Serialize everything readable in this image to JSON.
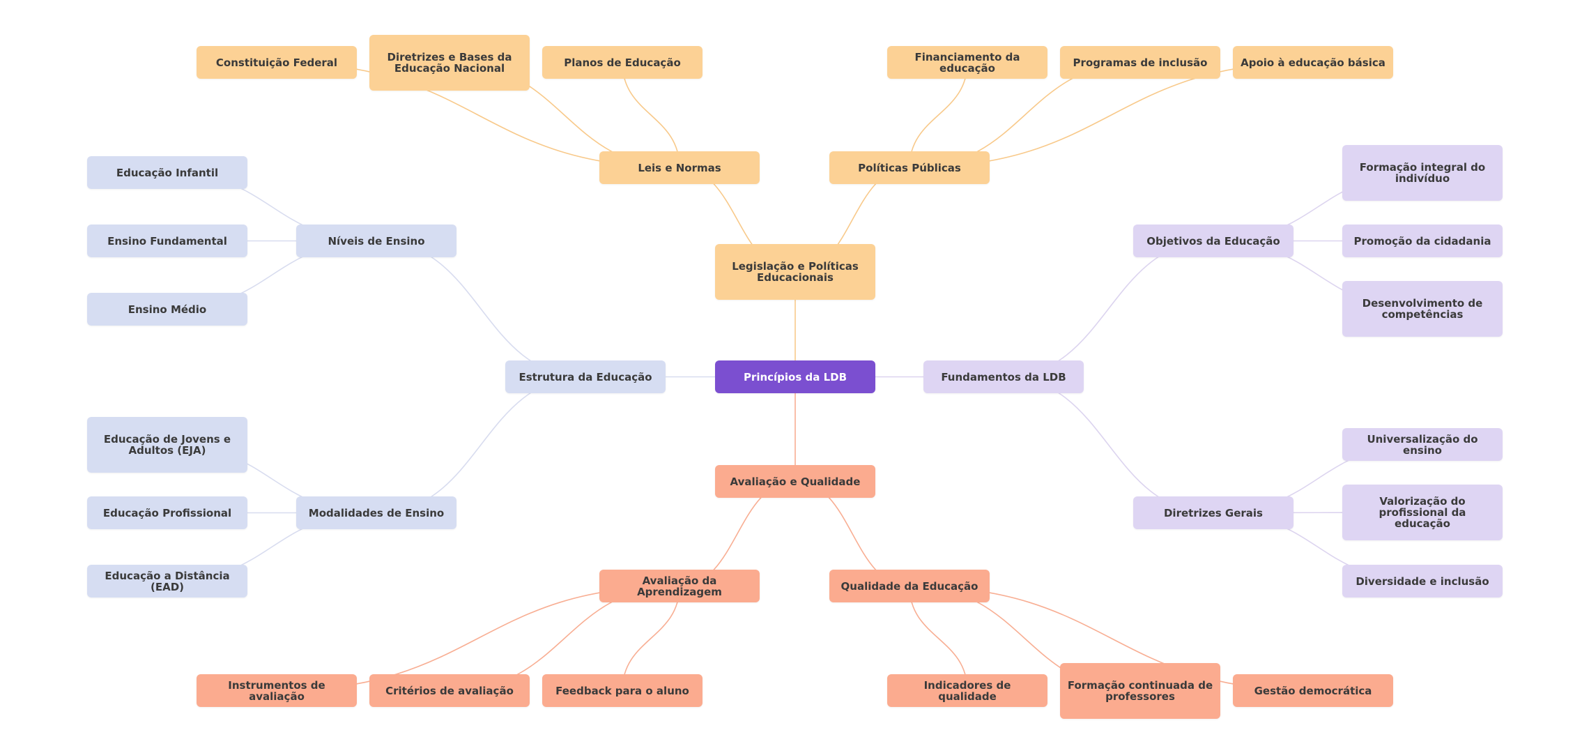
{
  "colors": {
    "root": "#7b4fd0",
    "yellow": "#fcd195",
    "yellow_edge": "#f8c98a",
    "blue": "#d6ddf2",
    "blue_edge": "#d8dcef",
    "purple": "#ded5f3",
    "purple_edge": "#dcd4ef",
    "salmon": "#fbab8f",
    "salmon_edge": "#f8ae93"
  },
  "root": {
    "label": "Princípios da LDB"
  },
  "branches": {
    "legislacao": {
      "label": "Legislação e Políticas Educacionais",
      "children": [
        {
          "label": "Leis e Normas",
          "children": [
            "Constituição Federal",
            "Diretrizes e Bases da Educação Nacional",
            "Planos de Educação"
          ]
        },
        {
          "label": "Políticas Públicas",
          "children": [
            "Financiamento da educação",
            "Programas de inclusão",
            "Apoio à educação básica"
          ]
        }
      ]
    },
    "estrutura": {
      "label": "Estrutura da Educação",
      "children": [
        {
          "label": "Níveis de Ensino",
          "children": [
            "Educação Infantil",
            "Ensino Fundamental",
            "Ensino Médio"
          ]
        },
        {
          "label": "Modalidades de Ensino",
          "children": [
            "Educação de Jovens e Adultos (EJA)",
            "Educação Profissional",
            "Educação a Distância (EAD)"
          ]
        }
      ]
    },
    "fundamentos": {
      "label": "Fundamentos da LDB",
      "children": [
        {
          "label": "Objetivos da Educação",
          "children": [
            "Formação integral do indivíduo",
            "Promoção da cidadania",
            "Desenvolvimento de competências"
          ]
        },
        {
          "label": "Diretrizes Gerais",
          "children": [
            "Universalização do ensino",
            "Valorização do profissional da educação",
            "Diversidade e inclusão"
          ]
        }
      ]
    },
    "avaliacao": {
      "label": "Avaliação e Qualidade",
      "children": [
        {
          "label": "Avaliação da Aprendizagem",
          "children": [
            "Instrumentos de avaliação",
            "Critérios de avaliação",
            "Feedback para o aluno"
          ]
        },
        {
          "label": "Qualidade da Educação",
          "children": [
            "Indicadores de qualidade",
            "Formação continuada de professores",
            "Gestão democrática"
          ]
        }
      ]
    }
  }
}
